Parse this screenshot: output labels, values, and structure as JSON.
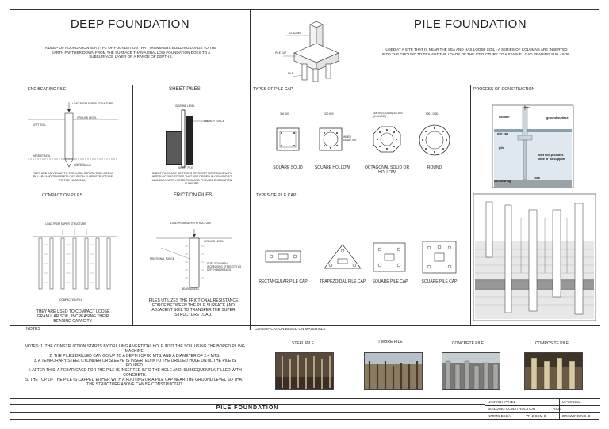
{
  "deep": {
    "title": "DEEP FOUNDATION",
    "desc": "A DEEP OF FOUNDATION IS A TYPE OF FOUNDATION THAT TRANSFERS BUILDING LOADS TO THE EARTH FARTHER DOWN FROM THE SURFACE THAN A SHALLOW FOUNDATION DOES TO A SUBSURFACE LAYER OR A RANGE OF DEPTHS."
  },
  "pile": {
    "title": "PILE FOUNDATION",
    "desc": "USED AT A SITE THAT IS NEAR THE SEA AND HAS LOOSE SOIL - A SERIES OF COLUMNS ARE INSERTED INTO THE GROUND TO TRANSIT THE LOADS OF THE STRUCTURE TO A STABLE LOAD BEARING SUB - SOIL.",
    "labels": {
      "column": "COLUMN",
      "pile_cap": "PILE CAP",
      "pile": "PILE"
    }
  },
  "sections": {
    "end_bearing": "END BEARING PILE",
    "sheet_piles": "SHEET PILES",
    "types_cap_1": "TYPES OF PILE CAP",
    "process": "PROCESS OF CONSTRUCTION",
    "compaction": "COMPACTION PILES",
    "friction": "FRICTION PILES",
    "types_cap_2": "TYPES OF PILE CAP",
    "notes": "NOTES",
    "classification": "CLASSIFICATION BASED ON MATERIALS"
  },
  "end_bearing": {
    "load": "LOAD FROM SUPER STRUCTURE",
    "soft_soil": "SOFT SOIL",
    "ground": "GROUND LEVEL",
    "hard": "HARD STRATA",
    "end": "END BEARING",
    "desc": "PILES ARE DRIVEN UP TO THE HARD STRATA THEY ACT AS PILLARS AND TRANSMIT LOAD FROM SUPERSTRUCTURE TO THE HARD SOIL."
  },
  "sheet": {
    "ground": "GROUND LEVEL",
    "anchor": "ANCHOR FORCE",
    "sheet_pile": "SHEET PILE",
    "desc": "SHEET PILES ARE SECTIONS OF SHEET MATERIALS WITH INTERLOCKING EDGES THAT ARE DRIVEN IN GROUND TO MAINTAIN EARTH RETENTION AND PROVIDE EXCAVATION SUPPORT."
  },
  "cap_types": {
    "dims": [
      "300 600",
      "300 600",
      "300 600 (SOLID) 300 600 (HOLLOW)",
      "900 - 1000"
    ],
    "inner_note": "INNER DIAMETER",
    "names": [
      "SQUARE SOLID",
      "SQUARE HOLLOW",
      "OCTAGONAL SOLID OR HOLLOW",
      "ROUND"
    ]
  },
  "process": {
    "load": "load",
    "column": "column",
    "ground": "ground surface",
    "pile_cap": "pile cap",
    "pile": "pile",
    "soft": "soft soil provides little or no support",
    "rock": "rock",
    "bearing": "soil bearing"
  },
  "compaction": {
    "load": "LOAD FROM SUPER STRUCTURE",
    "caption": "COMPACTION PILE",
    "desc": "THEY ARE USED TO COMPACT LOOSE GRANULAR SOIL, INCREASING THEIR BEARING CAPACITY."
  },
  "friction": {
    "load": "LOAD FROM SUPER STRUCTURE",
    "ground": "GROUND LEVEL",
    "frictional": "FRICTIONAL FORCE",
    "soft": "SOFT SOIL WITH INCREASING STRENGTH AS DEPTH INCREASES",
    "bearing": "BEARING (EB)",
    "desc": "PILES UTILIZES THE FRICTIONAL RESISTANCE FORCE BETWEEN THE PILE SURFACE AND ADJACENT SOIL TO TRANSFER THE SUPER STRUCTURE LOAD."
  },
  "cap_types2": {
    "names": [
      "RECTANGULAR PILE CAP",
      "TRAPEZOIDAL PILE CAP",
      "SQUARE PILE CAP",
      "SQUARE PILE CAP"
    ]
  },
  "notes": {
    "lines": [
      "NOTES: 1. THE CONSTRUCTION STARTS BY DRILLING A VERTICAL HOLE INTO THE SOIL USING THE BORED PILING MACHINE.",
      "2. THE PILES DRILLED CAN GO UP TO A DEPTH OF 60 MTS. AND A DIAMETER OF 2.4 MTS.",
      "3. A TEMPORARY STEEL CYLINDER OR SLEEVE IS INSERTED INTO THE DRILLED HOLE UNTIL THE PILE IS POURED.",
      "4. AFTER THIS, A REBAR CAGE FOR THE PILE IS INSERTED INTO THE HOLE AND, SUBSEQUENTLY, FILLED WITH CONCRETE.",
      "5. THE TOP OF THE PILE IS CAPPED EITHER WITH A FOOTING OR A PILE CAP NEAR THE GROUND LEVEL SO THAT THE STRUCTURE ABOVE CAN BE CONSTRUCTED."
    ]
  },
  "materials": {
    "names": [
      "STEEL PILE",
      "TIMBRE PILE",
      "CONCRETE PILE",
      "COMPOSITE PILE"
    ],
    "colors": [
      "#5a4a3c",
      "#8a7a62",
      "#7a7a78",
      "#6a5a44"
    ]
  },
  "titleblock": {
    "sheet_title": "PILE FOUNDATION",
    "name": "DISHANT PATEL",
    "date": "01-08-2022",
    "subject": "BUILDING CONSTRUCTION",
    "code": "AS27",
    "college": "NMIMS BSSA",
    "year": "YR 2 SEM 3",
    "drawing": "DRAWING NO. 3"
  }
}
